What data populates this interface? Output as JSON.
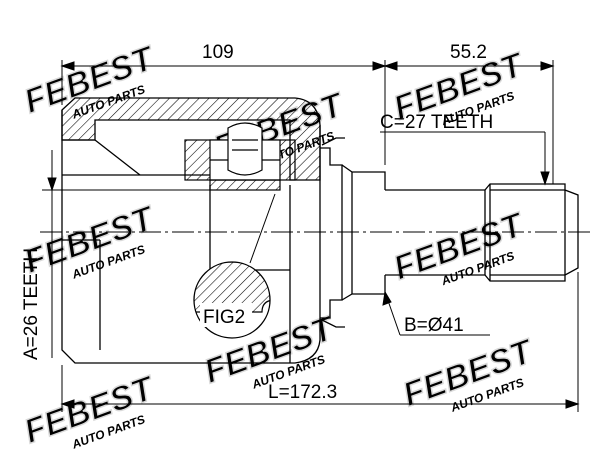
{
  "dimensions": {
    "top_left": "109",
    "top_right": "55.2",
    "length": "L=172.3",
    "spline_a": "A=26 TEETH",
    "spline_b": "B=Ø41",
    "spline_c": "C=27 TEETH",
    "figure_label": "FIG2"
  },
  "watermark": {
    "brand": "FEBEST",
    "sub": "AUTO PARTS",
    "color": "#d6d6d6"
  },
  "colors": {
    "line": "#000000",
    "background": "#ffffff"
  }
}
